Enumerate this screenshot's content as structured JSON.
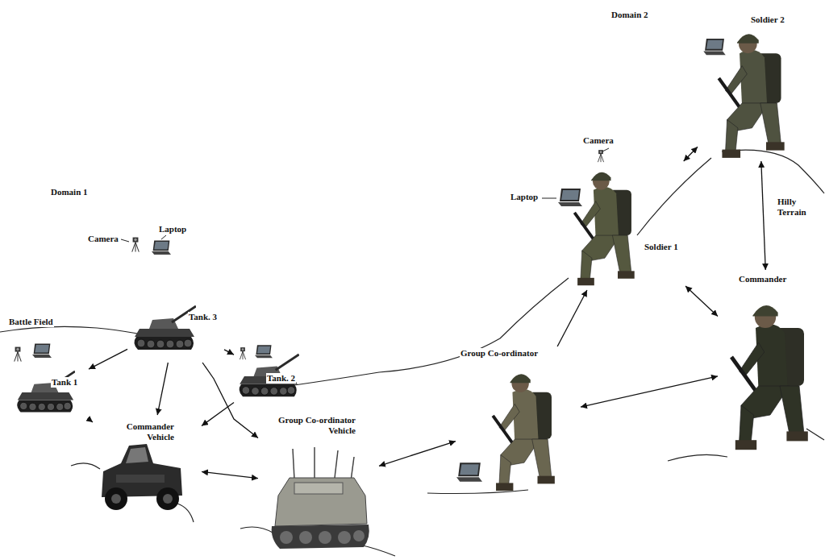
{
  "diagram": {
    "nodes": [
      {
        "text": [
          "Tank 1"
        ]
      },
      {
        "text": [
          "Tank. 3"
        ]
      },
      {
        "text": [
          "Tank. 2"
        ]
      },
      {
        "text": [
          "Commander Vehicle"
        ]
      },
      {
        "text": [
          "Group Co-ordinator Vehicle"
        ]
      },
      {
        "text": [
          "Soldier 1"
        ]
      },
      {
        "text": [
          "Soldier 2"
        ]
      },
      {
        "text": [
          "Group Co-ordinator"
        ]
      },
      {
        "text": [
          "Commander"
        ]
      }
    ],
    "edges": [
      {
        "from": 1,
        "to": 0,
        "arrow": "to"
      },
      {
        "from": 0,
        "to": 3,
        "arrow": "to"
      },
      {
        "from": 1,
        "to": 3,
        "arrow": "to"
      },
      {
        "from": 1,
        "to": 2,
        "arrow": "to"
      },
      {
        "from": 2,
        "to": 3,
        "arrow": "to"
      },
      {
        "from": 3,
        "to": 4,
        "arrow": "both"
      },
      {
        "from": 1,
        "to": 4,
        "arrow": "to"
      },
      {
        "from": 4,
        "to": 7,
        "arrow": "both"
      },
      {
        "from": 7,
        "to": 5,
        "arrow": "to"
      },
      {
        "from": 7,
        "to": 8,
        "arrow": "both"
      },
      {
        "from": 5,
        "to": 8,
        "arrow": "both"
      },
      {
        "from": 6,
        "to": 5,
        "arrow": "both"
      },
      {
        "from": 8,
        "to": 6,
        "arrow": "both"
      }
    ],
    "labels": [
      "Domain 1",
      "Camera",
      "Laptop",
      "Battle Field",
      "Domain 2",
      "Camera",
      "Laptop",
      "Hilly Terrain"
    ]
  }
}
